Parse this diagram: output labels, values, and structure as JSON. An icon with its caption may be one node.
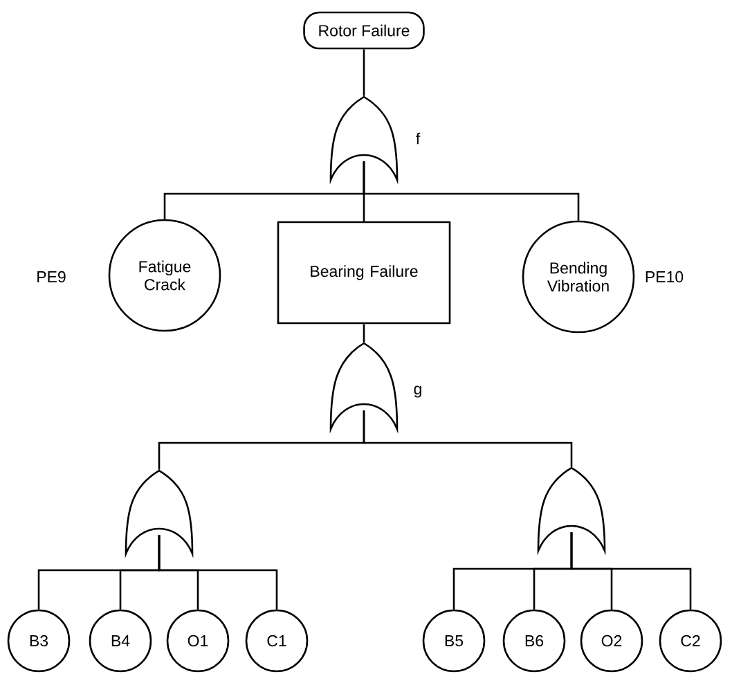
{
  "diagram": {
    "nodes": [
      {
        "text": [
          "Rotor Failure"
        ]
      },
      {
        "text": [],
        "shape": "gate",
        "beside": [
          "f"
        ]
      },
      {
        "text": [
          "Fatigue Crack"
        ],
        "beside": [
          "PE9"
        ]
      },
      {
        "text": [
          "Bearing Failure"
        ]
      },
      {
        "text": [
          "Bending Vibration"
        ],
        "beside": [
          "PE10"
        ]
      },
      {
        "text": [],
        "shape": "gate",
        "beside": [
          "g"
        ]
      },
      {
        "text": [],
        "shape": "gate"
      },
      {
        "text": [],
        "shape": "gate"
      },
      {
        "text": [
          "B3"
        ]
      },
      {
        "text": [
          "B4"
        ]
      },
      {
        "text": [
          "O1"
        ]
      },
      {
        "text": [
          "C1"
        ]
      },
      {
        "text": [
          "B5"
        ]
      },
      {
        "text": [
          "B6"
        ]
      },
      {
        "text": [
          "O2"
        ]
      },
      {
        "text": [
          "C2"
        ]
      }
    ],
    "edges": [
      {
        "from": 0,
        "to": 1,
        "arrow": "none"
      },
      {
        "from": 1,
        "to": 2,
        "arrow": "none"
      },
      {
        "from": 1,
        "to": 3,
        "arrow": "none"
      },
      {
        "from": 1,
        "to": 4,
        "arrow": "none"
      },
      {
        "from": 3,
        "to": 5,
        "arrow": "none"
      },
      {
        "from": 5,
        "to": 6,
        "arrow": "none"
      },
      {
        "from": 5,
        "to": 7,
        "arrow": "none"
      },
      {
        "from": 6,
        "to": 8,
        "arrow": "none"
      },
      {
        "from": 6,
        "to": 9,
        "arrow": "none"
      },
      {
        "from": 6,
        "to": 10,
        "arrow": "none"
      },
      {
        "from": 6,
        "to": 11,
        "arrow": "none"
      },
      {
        "from": 7,
        "to": 12,
        "arrow": "none"
      },
      {
        "from": 7,
        "to": 13,
        "arrow": "none"
      },
      {
        "from": 7,
        "to": 14,
        "arrow": "none"
      },
      {
        "from": 7,
        "to": 15,
        "arrow": "none"
      }
    ]
  }
}
